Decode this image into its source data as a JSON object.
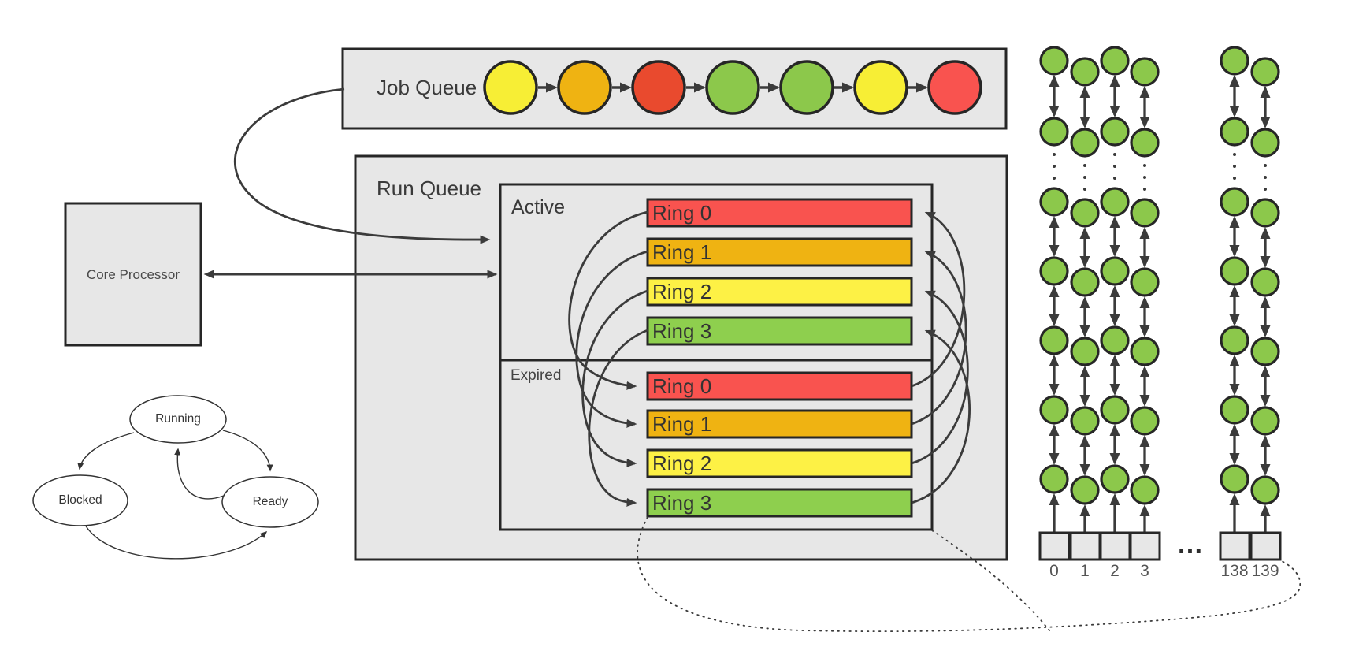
{
  "palette": {
    "background": "#ffffff",
    "box_fill": "#e7e7e7",
    "border": "#262626",
    "arrow": "#3b3b3b",
    "red": "#f9534f",
    "red_orange": "#e94a2e",
    "orange": "#efb312",
    "yellow": "#f7ee35",
    "yellow_bright": "#fdf145",
    "green": "#8cc84b",
    "green_bright": "#8ecf4e"
  },
  "job_queue": {
    "label": "Job Queue",
    "items": [
      {
        "color": "#f7ee35"
      },
      {
        "color": "#efb312"
      },
      {
        "color": "#e94a2e"
      },
      {
        "color": "#8cc84b"
      },
      {
        "color": "#8cc84b"
      },
      {
        "color": "#f7ee35"
      },
      {
        "color": "#f9534f"
      }
    ]
  },
  "run_queue": {
    "label": "Run Queue",
    "sections": [
      {
        "label": "Active",
        "rings": [
          {
            "label": "Ring 0",
            "color": "#f9534f"
          },
          {
            "label": "Ring 1",
            "color": "#efb312"
          },
          {
            "label": "Ring 2",
            "color": "#fdf145"
          },
          {
            "label": "Ring 3",
            "color": "#8ecf4e"
          }
        ]
      },
      {
        "label": "Expired",
        "rings": [
          {
            "label": "Ring 0",
            "color": "#f9534f"
          },
          {
            "label": "Ring 1",
            "color": "#efb312"
          },
          {
            "label": "Ring 2",
            "color": "#fdf145"
          },
          {
            "label": "Ring 3",
            "color": "#8ecf4e"
          }
        ]
      }
    ]
  },
  "core_processor": {
    "label": "Core Processor"
  },
  "state_diagram": {
    "states": [
      {
        "label": "Running"
      },
      {
        "label": "Blocked"
      },
      {
        "label": "Ready"
      }
    ]
  },
  "priority_array": {
    "slot_labels": [
      "0",
      "1",
      "2",
      "3",
      "138",
      "139"
    ],
    "ellipsis": "…",
    "node_color": "#8cc84b"
  }
}
